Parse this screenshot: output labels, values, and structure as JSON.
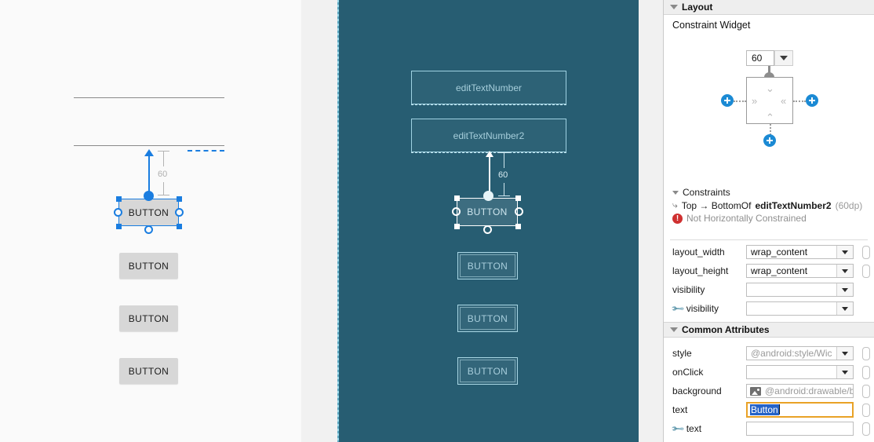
{
  "design": {
    "button_label": "BUTTON",
    "buttons": [
      "BUTTON",
      "BUTTON",
      "BUTTON",
      "BUTTON"
    ],
    "constraint_margin": "60"
  },
  "blueprint": {
    "edit_text_1": "editTextNumber",
    "edit_text_2": "editTextNumber2",
    "buttons": [
      "BUTTON",
      "BUTTON",
      "BUTTON",
      "BUTTON"
    ],
    "constraint_margin": "60",
    "background_color": "#275d72"
  },
  "properties": {
    "layout_section": {
      "title": "Layout",
      "constraint_widget_title": "Constraint Widget",
      "top_margin_value": "60"
    },
    "constraints_section": {
      "title": "Constraints",
      "constraint_text_prefix": "Top → BottomOf",
      "constraint_target": "editTextNumber2",
      "constraint_value": "(60dp)",
      "warning_text": "Not Horizontally Constrained",
      "warning_color": "#cf3030",
      "rows": [
        {
          "label": "layout_width",
          "value": "wrap_content",
          "has_dropdown": true,
          "has_pill": true,
          "wrench": false,
          "dim": false
        },
        {
          "label": "layout_height",
          "value": "wrap_content",
          "has_dropdown": true,
          "has_pill": true,
          "wrench": false,
          "dim": false
        },
        {
          "label": "visibility",
          "value": "",
          "has_dropdown": true,
          "has_pill": false,
          "wrench": false,
          "dim": false
        },
        {
          "label": "visibility",
          "value": "",
          "has_dropdown": true,
          "has_pill": false,
          "wrench": true,
          "dim": false
        }
      ]
    },
    "common_attributes_section": {
      "title": "Common Attributes",
      "rows": [
        {
          "label": "style",
          "value": "@android:style/Wic",
          "has_dropdown": true,
          "has_pill": true,
          "wrench": false,
          "dim": true,
          "icon": ""
        },
        {
          "label": "onClick",
          "value": "",
          "has_dropdown": true,
          "has_pill": true,
          "wrench": false,
          "dim": false,
          "icon": ""
        },
        {
          "label": "background",
          "value": "@android:drawable/b",
          "has_dropdown": false,
          "has_pill": true,
          "wrench": false,
          "dim": true,
          "icon": "image-icon"
        },
        {
          "label": "text",
          "value": "Button",
          "has_dropdown": false,
          "has_pill": true,
          "wrench": false,
          "dim": false,
          "icon": "",
          "focused": true,
          "selected": true
        },
        {
          "label": "text",
          "value": "",
          "has_dropdown": false,
          "has_pill": true,
          "wrench": true,
          "dim": false,
          "icon": ""
        }
      ]
    }
  }
}
